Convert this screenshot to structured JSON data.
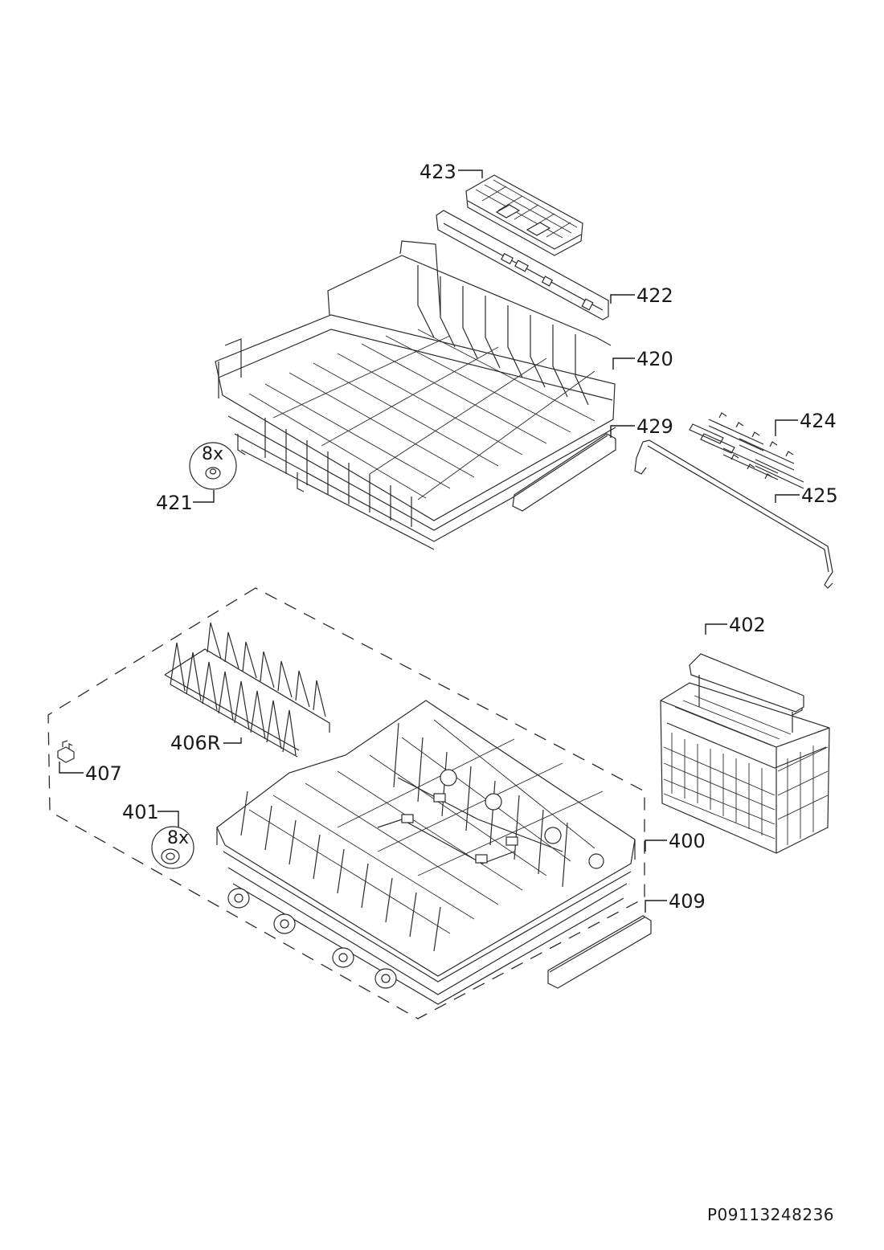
{
  "drawing_number": "P09113248236",
  "callouts": [
    {
      "id": "c423",
      "label": "423"
    },
    {
      "id": "c422",
      "label": "422"
    },
    {
      "id": "c420",
      "label": "420"
    },
    {
      "id": "c429",
      "label": "429"
    },
    {
      "id": "c424",
      "label": "424"
    },
    {
      "id": "c425",
      "label": "425"
    },
    {
      "id": "c421",
      "label": "421",
      "quantity": "8x"
    },
    {
      "id": "c402",
      "label": "402"
    },
    {
      "id": "c406",
      "label": "406R"
    },
    {
      "id": "c407",
      "label": "407"
    },
    {
      "id": "c401",
      "label": "401",
      "quantity": "8x"
    },
    {
      "id": "c400",
      "label": "400"
    },
    {
      "id": "c409",
      "label": "409"
    }
  ]
}
